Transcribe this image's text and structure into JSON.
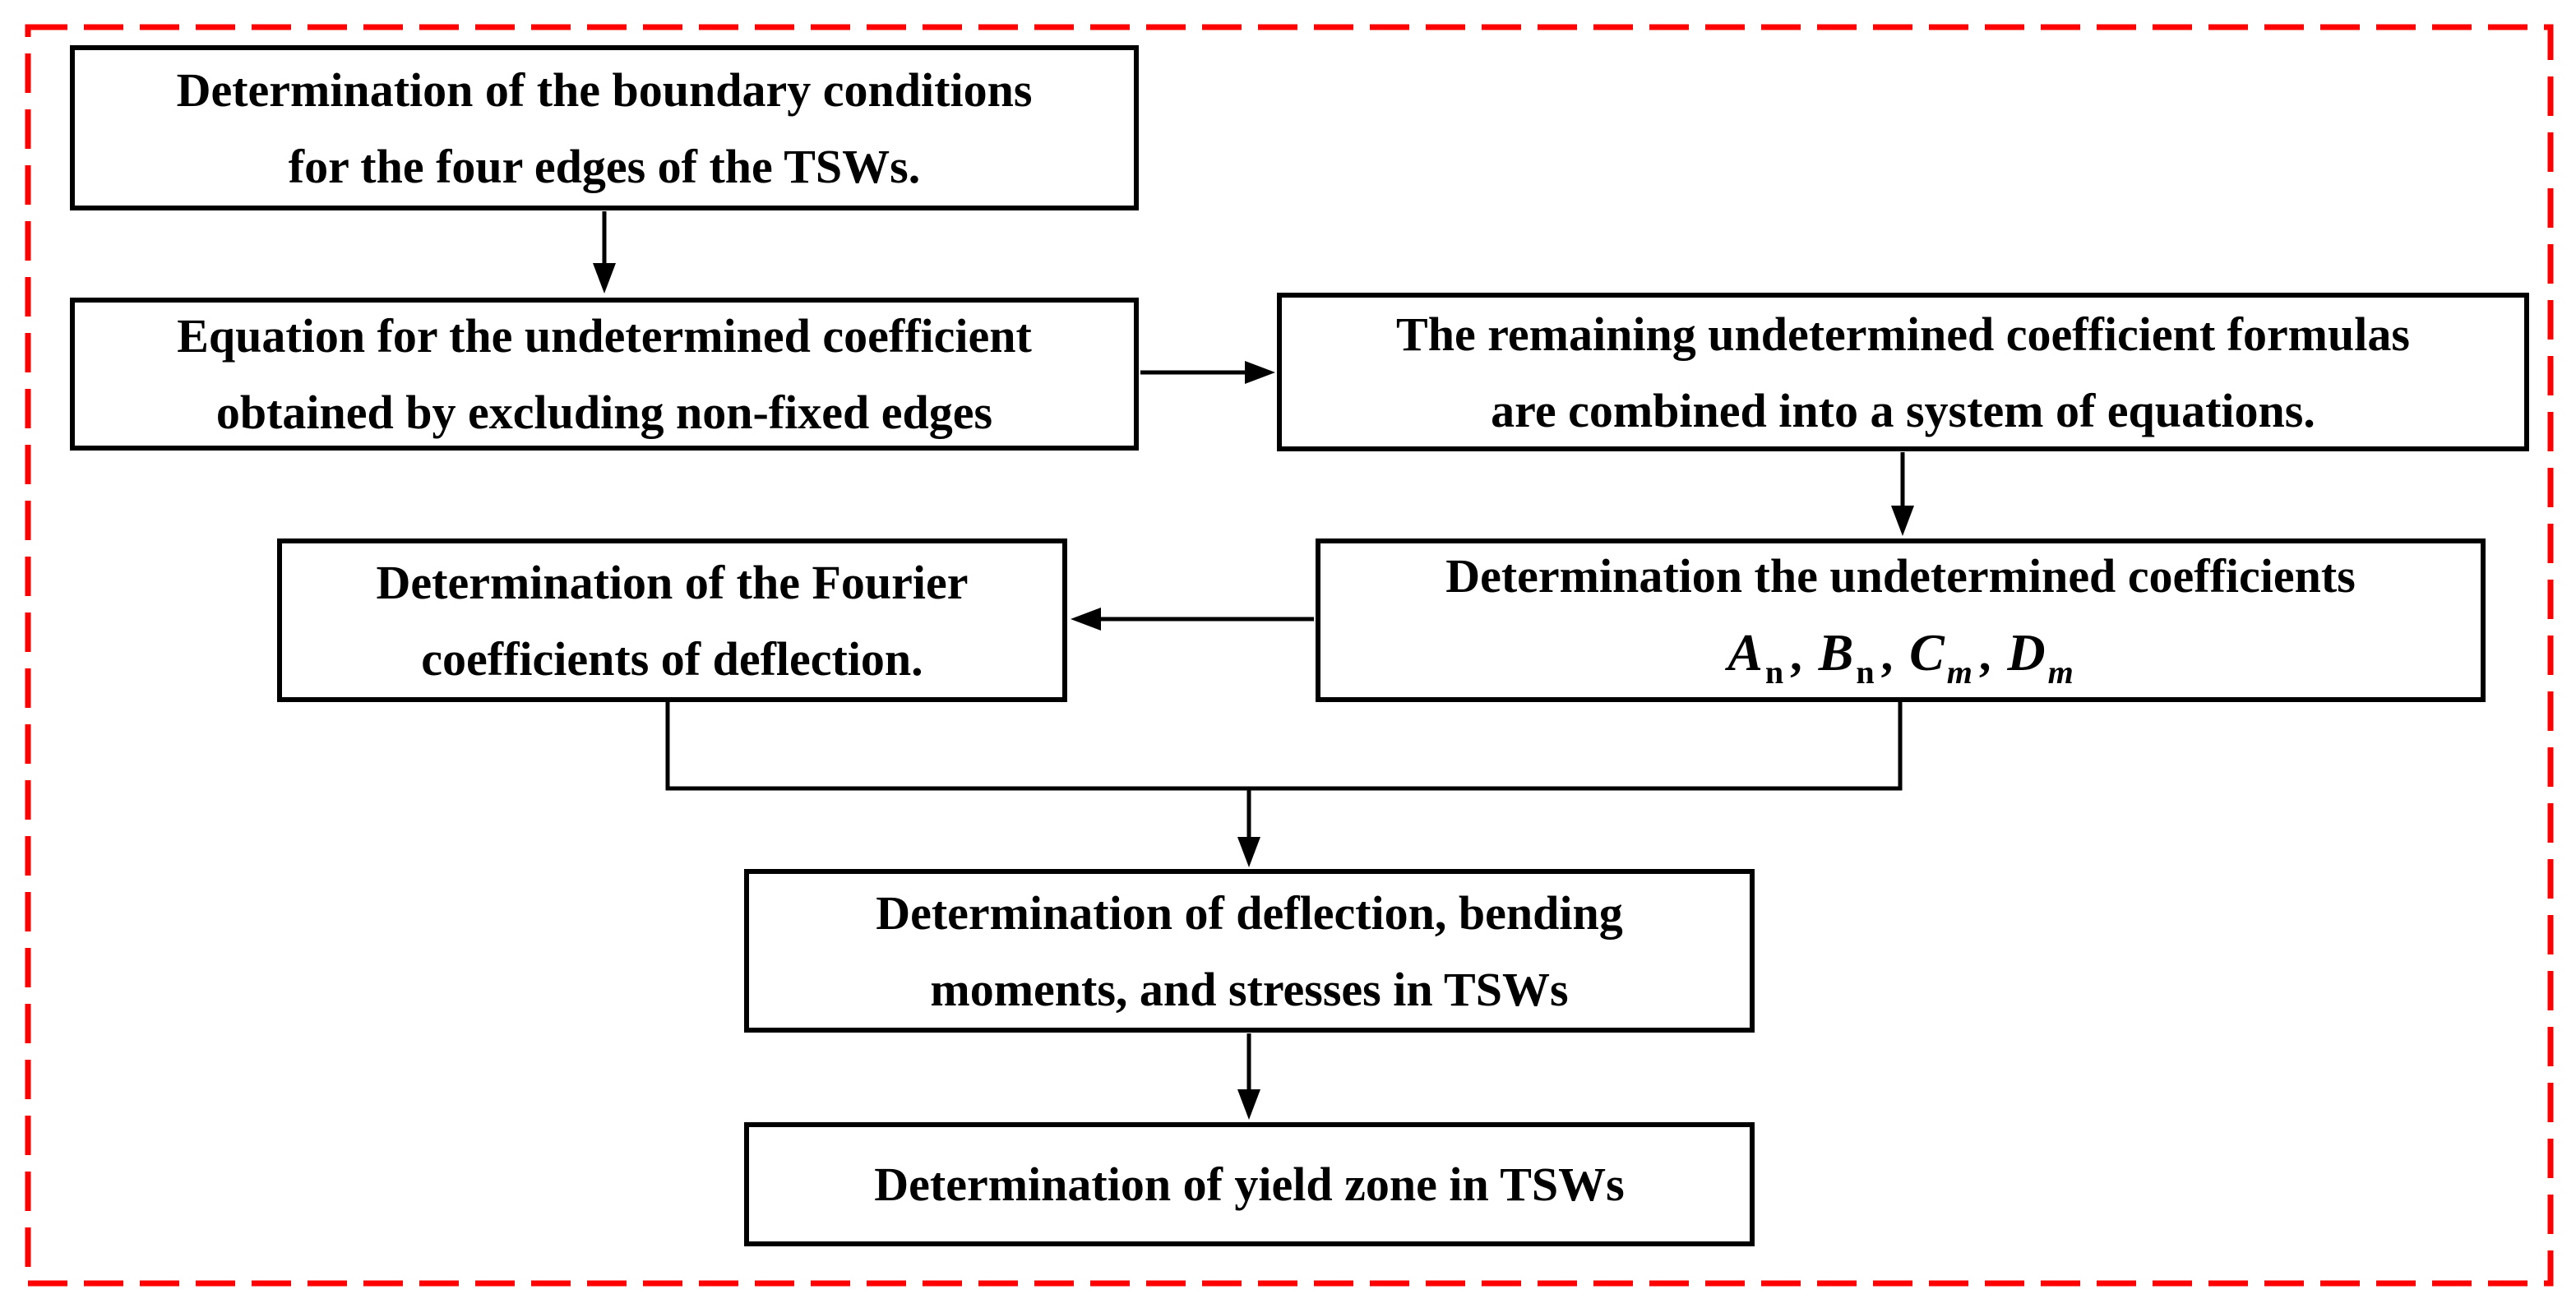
{
  "colors": {
    "dashed_border": "#ff0000",
    "box_border": "#000000",
    "text": "#000000",
    "background": "#ffffff",
    "arrow": "#000000"
  },
  "boxes": {
    "boundary": {
      "lines": [
        "Determination of the boundary conditions",
        "for the four edges of the TSWs."
      ]
    },
    "equation": {
      "lines": [
        "Equation for the undetermined coefficient",
        "obtained by excluding non-fixed edges"
      ]
    },
    "remaining": {
      "lines": [
        "The remaining undetermined coefficient formulas",
        "are combined into a system of equations."
      ]
    },
    "fourier": {
      "lines": [
        "Determination of the Fourier",
        "coefficients of deflection."
      ]
    },
    "coefficients": {
      "lines": [
        "Determination the undetermined coefficients"
      ],
      "formula": {
        "separator": ",",
        "terms": [
          {
            "base": "A",
            "sub": "n",
            "sub_italic": false
          },
          {
            "base": "B",
            "sub": "n",
            "sub_italic": false
          },
          {
            "base": "C",
            "sub": "m",
            "sub_italic": true
          },
          {
            "base": "D",
            "sub": "m",
            "sub_italic": true
          }
        ]
      }
    },
    "deflection": {
      "lines": [
        "Determination of deflection, bending",
        "moments, and stresses in TSWs"
      ]
    },
    "yield": {
      "lines": [
        "Determination of yield zone in TSWs"
      ]
    }
  },
  "connections": [
    {
      "from": "box-boundary-conditions",
      "to": "box-equation-undetermined"
    },
    {
      "from": "box-equation-undetermined",
      "to": "box-remaining-formulas"
    },
    {
      "from": "box-remaining-formulas",
      "to": "box-undetermined-coefficients"
    },
    {
      "from": "box-undetermined-coefficients",
      "to": "box-fourier-coefficients"
    },
    {
      "from": "box-fourier-coefficients",
      "to": "box-deflection-moments"
    },
    {
      "from": "box-undetermined-coefficients",
      "to": "box-deflection-moments"
    },
    {
      "from": "box-deflection-moments",
      "to": "box-yield-zone"
    }
  ]
}
